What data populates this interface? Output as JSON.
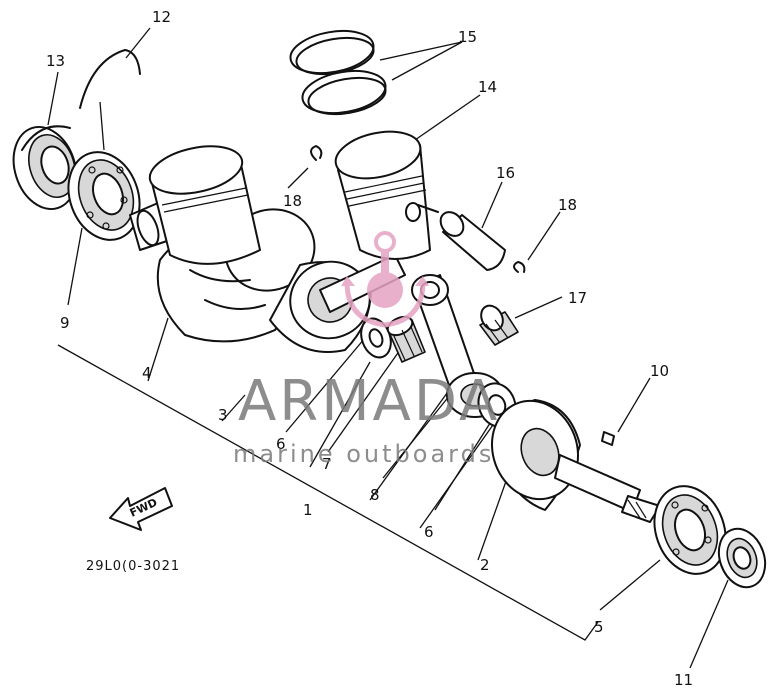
{
  "diagram": {
    "part_numbers": {
      "p1": "1",
      "p2": "2",
      "p3": "3",
      "p4": "4",
      "p5": "5",
      "p6a": "6",
      "p6b": "6",
      "p7": "7",
      "p8": "8",
      "p9": "9",
      "p10": "10",
      "p11": "11",
      "p12": "12",
      "p13": "13",
      "p14": "14",
      "p15": "15",
      "p16": "16",
      "p17": "17",
      "p18a": "18",
      "p18b": "18"
    },
    "fwd_label": "FWD",
    "drawing_code": "29L0(0-3021"
  },
  "watermark": {
    "brand": "ARMADA",
    "tagline": "marine outboards",
    "color": "#e6a3c4",
    "text_color": "#7a7a7a"
  }
}
